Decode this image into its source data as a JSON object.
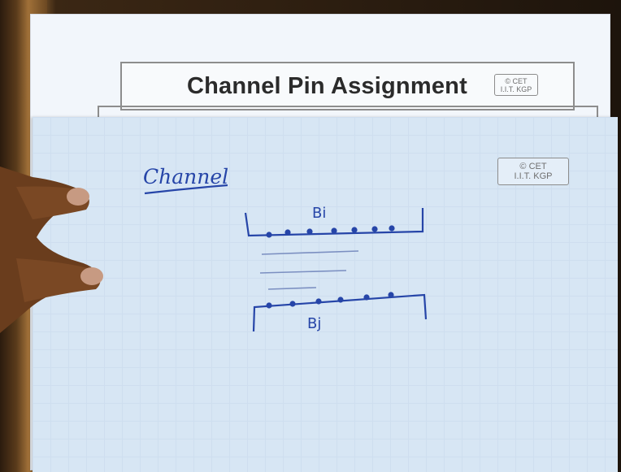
{
  "slide": {
    "title": "Channel Pin Assignment",
    "logo_line1": "© CET",
    "logo_line2": "I.I.T. KGP"
  },
  "note": {
    "heading": "Channel",
    "block_top_label": "Bi",
    "block_bottom_label": "Bj",
    "logo_line1": "© CET",
    "logo_line2": "I.I.T. KGP"
  },
  "colors": {
    "ink": "#2645a8",
    "paper": "#d7e6f4",
    "skin": "#6a3d1d"
  }
}
